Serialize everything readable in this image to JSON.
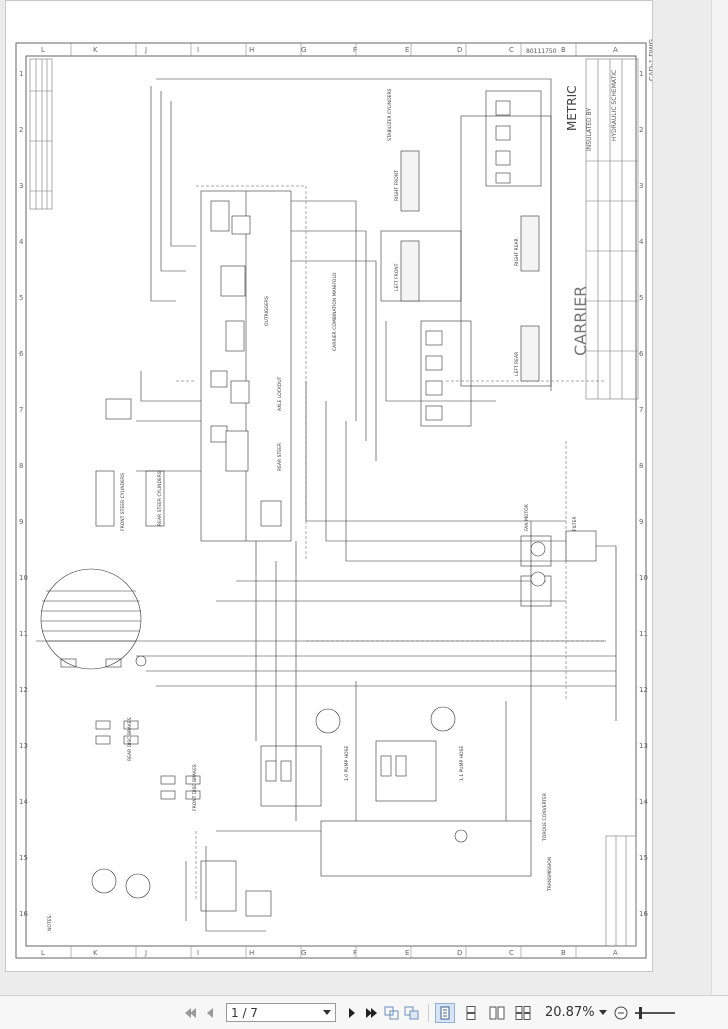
{
  "document": {
    "metric_label": "METRIC",
    "carrier_label": "CARRIER",
    "insulated_by": "INSULATED BY",
    "drawing_no": "80111750",
    "title_block_text": "HYDRAULIC SCHEMATIC",
    "cover_id": "CAD-1 DWG",
    "column_letters_top": [
      "L",
      "K",
      "J",
      "I",
      "H",
      "G",
      "F",
      "E",
      "D",
      "C",
      "B",
      "A"
    ],
    "row_numbers": [
      "1",
      "2",
      "3",
      "4",
      "5",
      "6",
      "7",
      "8",
      "9",
      "10",
      "11",
      "12",
      "13",
      "14",
      "15",
      "16"
    ],
    "labels": {
      "carrier_comb_manifold": "CARRIER COMBINATION MANIFOLD",
      "outriggers": "OUTRIGGERS",
      "axle_lockout": "AXLE LOCKOUT",
      "rear_steer": "REAR STEER",
      "front_steer": "FRONT STEER CYLINDERS",
      "rear_steer_cyl": "REAR STEER CYLINDERS",
      "rear_disc_brakes": "REAR DISC BRAKES",
      "front_disc_brakes": "FRONT DISC BRAKES",
      "torque_converter": "TORQUE CONVERTER",
      "transmission": "TRANSMISSION",
      "fan_motor": "FAN MOTOR",
      "filter": "FILTER",
      "notes": "NOTES:",
      "right_front": "RIGHT FRONT",
      "left_front": "LEFT FRONT",
      "right_rear": "RIGHT REAR",
      "left_rear": "LEFT REAR",
      "stabilizer": "STABILIZER CYLINDERS",
      "pump1": "1.0 PUMP HOSE",
      "pump2": "1.1 PUMP HOSE"
    }
  },
  "toolbar": {
    "first_page": "first-page",
    "prev_page": "prev-page",
    "page_value": "1 / 7",
    "next_page": "next-page",
    "last_page": "last-page",
    "zoom_value": "20.87%",
    "zoom_out_symbol": "−"
  }
}
